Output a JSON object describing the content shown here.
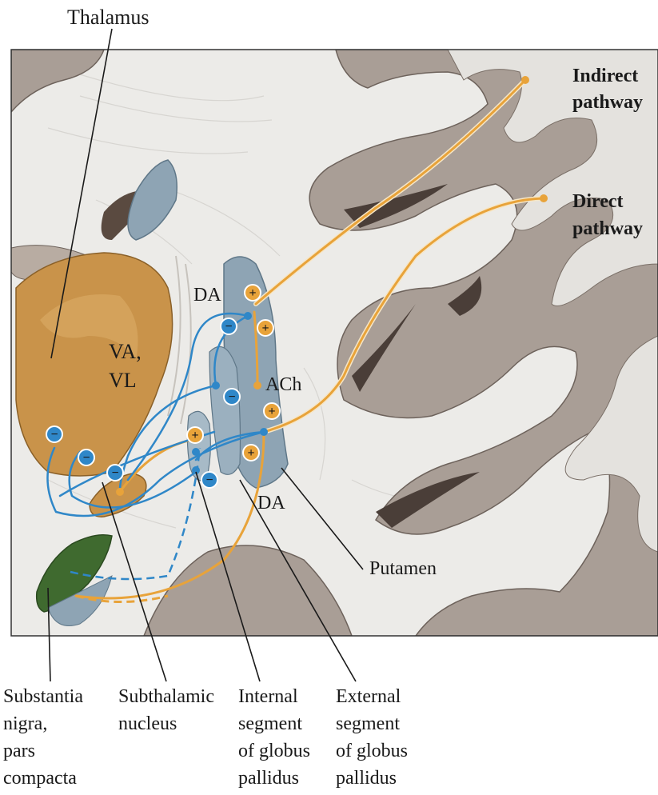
{
  "labels": {
    "thalamus": "Thalamus",
    "indirect_1": "Indirect",
    "indirect_2": "pathway",
    "direct_1": "Direct",
    "direct_2": "pathway",
    "da_top": "DA",
    "va_vl_1": "VA,",
    "va_vl_2": "VL",
    "ach": "ACh",
    "da_bottom": "DA",
    "putamen": "Putamen",
    "sn_1": "Substantia",
    "sn_2": "nigra,",
    "sn_3": "pars",
    "sn_4": "compacta",
    "stn_1": "Subthalamic",
    "stn_2": "nucleus",
    "gpi_1": "Internal",
    "gpi_2": "segment",
    "gpi_3": "of globus",
    "gpi_4": "pallidus",
    "gpe_1": "External",
    "gpe_2": "segment",
    "gpe_3": "of globus",
    "gpe_4": "pallidus"
  },
  "symbols": {
    "plus": "+",
    "minus": "−"
  },
  "colors": {
    "excitatory": "#e8a33a",
    "inhibitory": "#2f87c8",
    "thalamus": "#c9934a",
    "pallidum": "#8ea4b4",
    "substantia_nigra": "#3f6a2f",
    "gray_matter": "#a99e96",
    "white_matter": "#ecebe8"
  }
}
